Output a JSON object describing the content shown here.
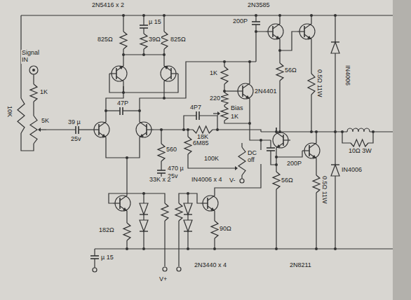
{
  "diagram": {
    "labels": [
      "2N5416 x 2",
      "µ 15",
      "39Ω",
      "825Ω",
      "825Ω",
      "2N3585",
      "200P",
      "IN4006",
      "Signal IN",
      "1K",
      "10K",
      "5K",
      "39 µ",
      "25v",
      "47P",
      "560",
      "470 µ",
      "25v",
      "4P7",
      "18K",
      "6M85",
      "100K",
      "DC off",
      "V-",
      "1K",
      "2N4401",
      "220",
      "Bias",
      "1K",
      "56Ω",
      "0.5Ω 11W",
      "200P",
      "56Ω",
      "0.5Ω 11W",
      "10Ω 3W",
      "IN4006",
      "33K x 2",
      "IN4006 x 4",
      "182Ω",
      "90Ω",
      "µ 15",
      "V+",
      "2N3440 x 4",
      "2N8211"
    ]
  }
}
